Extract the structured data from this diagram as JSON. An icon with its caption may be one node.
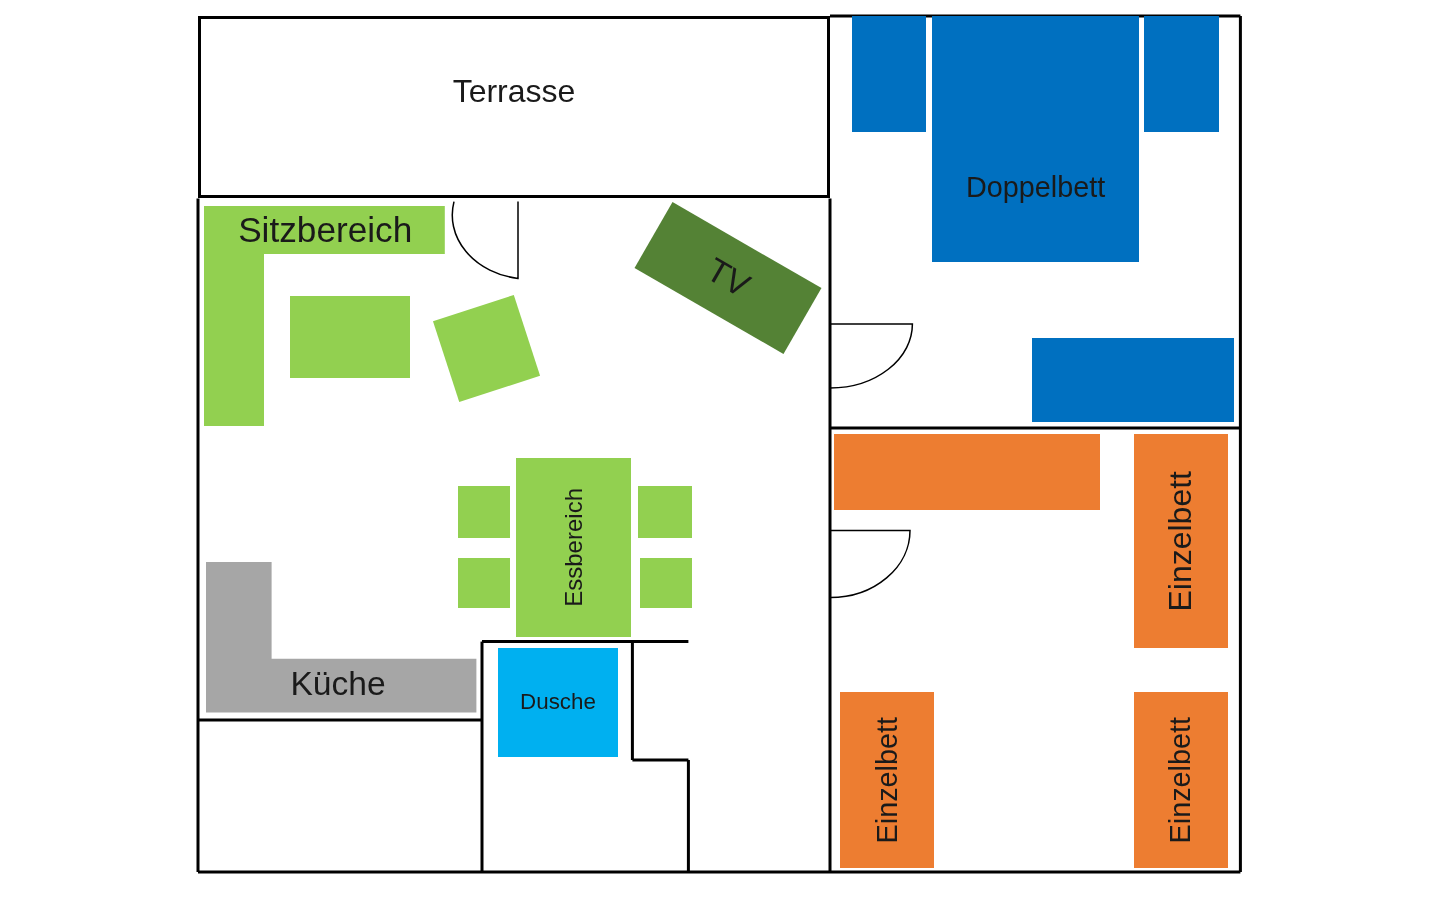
{
  "diagram": {
    "nodes": [
      {
        "text": [
          "Terrasse"
        ]
      },
      {
        "text": [],
        "shape": "box"
      },
      {
        "text": [
          "Doppelbett"
        ]
      },
      {
        "text": [],
        "shape": "box"
      },
      {
        "text": [
          "Sitzbereich"
        ]
      },
      {
        "text": [
          "TV"
        ]
      },
      {
        "text": [],
        "shape": "box"
      },
      {
        "text": [],
        "shape": "box"
      },
      {
        "text": [],
        "shape": "box"
      },
      {
        "text": [],
        "shape": "box"
      },
      {
        "text": [
          "Einzelbett"
        ]
      },
      {
        "text": [],
        "shape": "box"
      },
      {
        "text": [
          "Essbereich"
        ]
      },
      {
        "text": [],
        "shape": "box"
      },
      {
        "text": [],
        "shape": "box"
      },
      {
        "text": [],
        "shape": "box"
      },
      {
        "text": [
          "Küche"
        ]
      },
      {
        "text": [
          "Dusche"
        ]
      },
      {
        "text": [
          "Einzelbett"
        ]
      },
      {
        "text": [
          "Einzelbett"
        ]
      }
    ]
  }
}
